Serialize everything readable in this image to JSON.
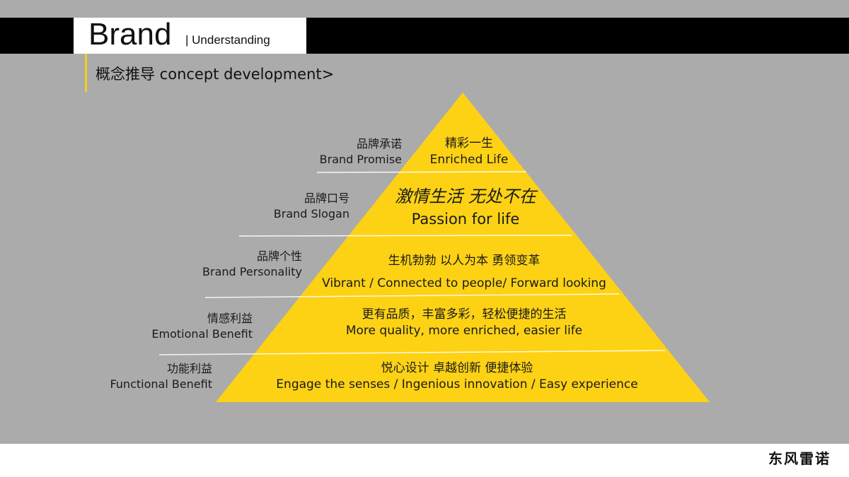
{
  "header": {
    "title": "Brand",
    "subtitle": "| Understanding"
  },
  "section": {
    "title": "概念推导  concept development>"
  },
  "colors": {
    "background": "#ababab",
    "pyramid": "#fdd215",
    "accent": "#f5cf1c",
    "title_bar": "#000000",
    "divider": "#ffffff"
  },
  "pyramid": {
    "levels": [
      {
        "label_zh": "品牌承诺",
        "label_en": "Brand Promise",
        "content_zh": "精彩一生",
        "content_en": "Enriched Life"
      },
      {
        "label_zh": "品牌口号",
        "label_en": "Brand Slogan",
        "content_zh": "激情生活 无处不在",
        "content_en": "Passion for life"
      },
      {
        "label_zh": "品牌个性",
        "label_en": "Brand Personality",
        "content_zh": "生机勃勃 以人为本 勇领变革",
        "content_en": "Vibrant / Connected to people/ Forward looking"
      },
      {
        "label_zh": "情感利益",
        "label_en": "Emotional Benefit",
        "content_zh": "更有品质，丰富多彩，轻松便捷的生活",
        "content_en": "More quality, more enriched, easier life"
      },
      {
        "label_zh": "功能利益",
        "label_en": "Functional Benefit",
        "content_zh": "悦心设计 卓越创新 便捷体验",
        "content_en": "Engage the senses / Ingenious innovation / Easy experience"
      }
    ]
  },
  "footer": {
    "logo": "东风雷诺"
  }
}
